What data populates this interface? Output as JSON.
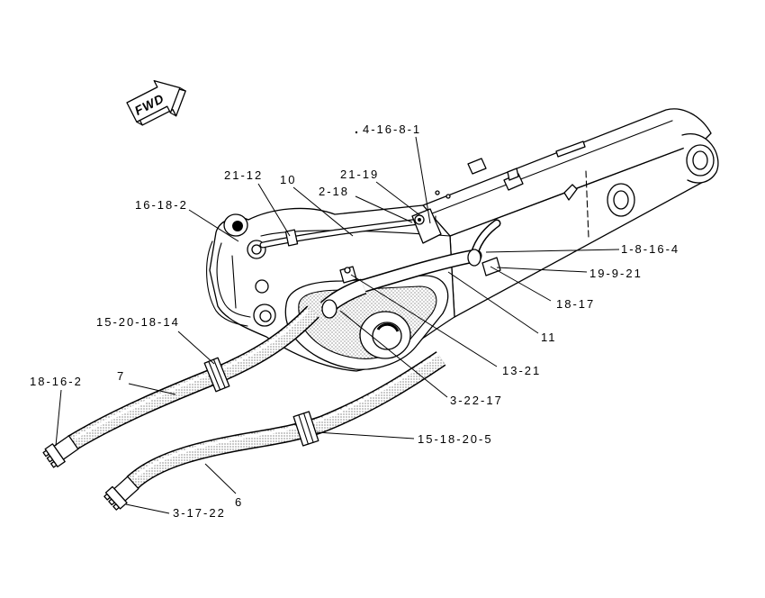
{
  "direction_arrow": {
    "label": "FWD"
  },
  "callouts": [
    {
      "label": "4-16-8-1"
    },
    {
      "label": "21-12"
    },
    {
      "label": "10"
    },
    {
      "label": "21-19"
    },
    {
      "label": "2-18"
    },
    {
      "label": "16-18-2"
    },
    {
      "label": "1-8-16-4"
    },
    {
      "label": "19-9-21"
    },
    {
      "label": "18-17"
    },
    {
      "label": "11"
    },
    {
      "label": "15-20-18-14"
    },
    {
      "label": "7"
    },
    {
      "label": "18-16-2"
    },
    {
      "label": "13-21"
    },
    {
      "label": "3-22-17"
    },
    {
      "label": "15-18-20-5"
    },
    {
      "label": "6"
    },
    {
      "label": "3-17-22"
    }
  ]
}
